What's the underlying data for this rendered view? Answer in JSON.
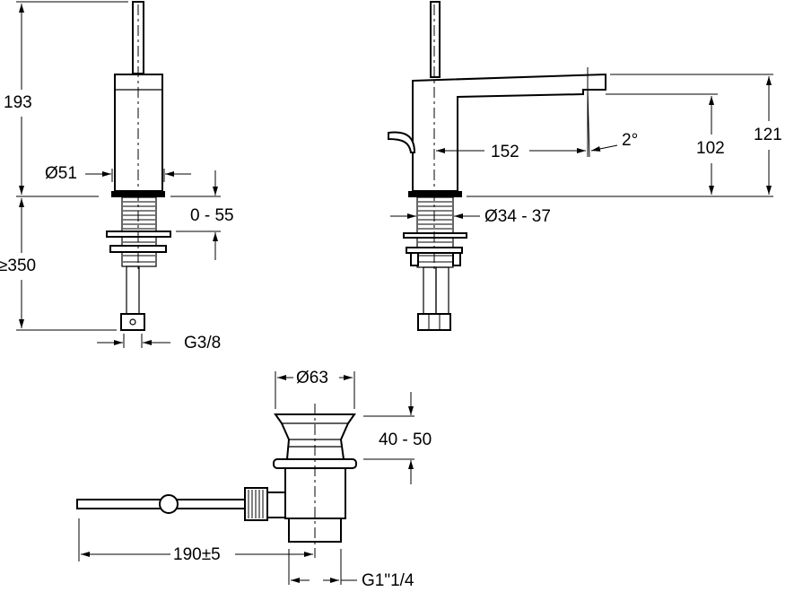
{
  "drawing": {
    "front_view": {
      "height_above_deck": "193",
      "hose_length": "≥350",
      "body_diameter": "Ø51",
      "deck_thickness": "0 - 55",
      "connection": "G3/8"
    },
    "side_view": {
      "spout_reach": "152",
      "spout_angle": "2°",
      "spout_outlet_height": "102",
      "spout_top_height": "121",
      "hole_diameter": "Ø34 - 37"
    },
    "drain": {
      "flange_diameter": "Ø63",
      "basin_thickness": "40 - 50",
      "rod_length": "190±5",
      "connection": "G1\"1/4"
    }
  }
}
